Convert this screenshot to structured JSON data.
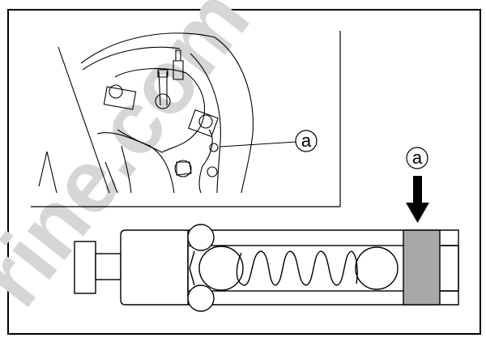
{
  "callouts": {
    "top_label": "a",
    "bottom_label": "a"
  },
  "watermark": "rine.com",
  "colors": {
    "line": "#000000",
    "highlight_block": "#a8a8a8",
    "watermark": "#d6d6d6"
  }
}
